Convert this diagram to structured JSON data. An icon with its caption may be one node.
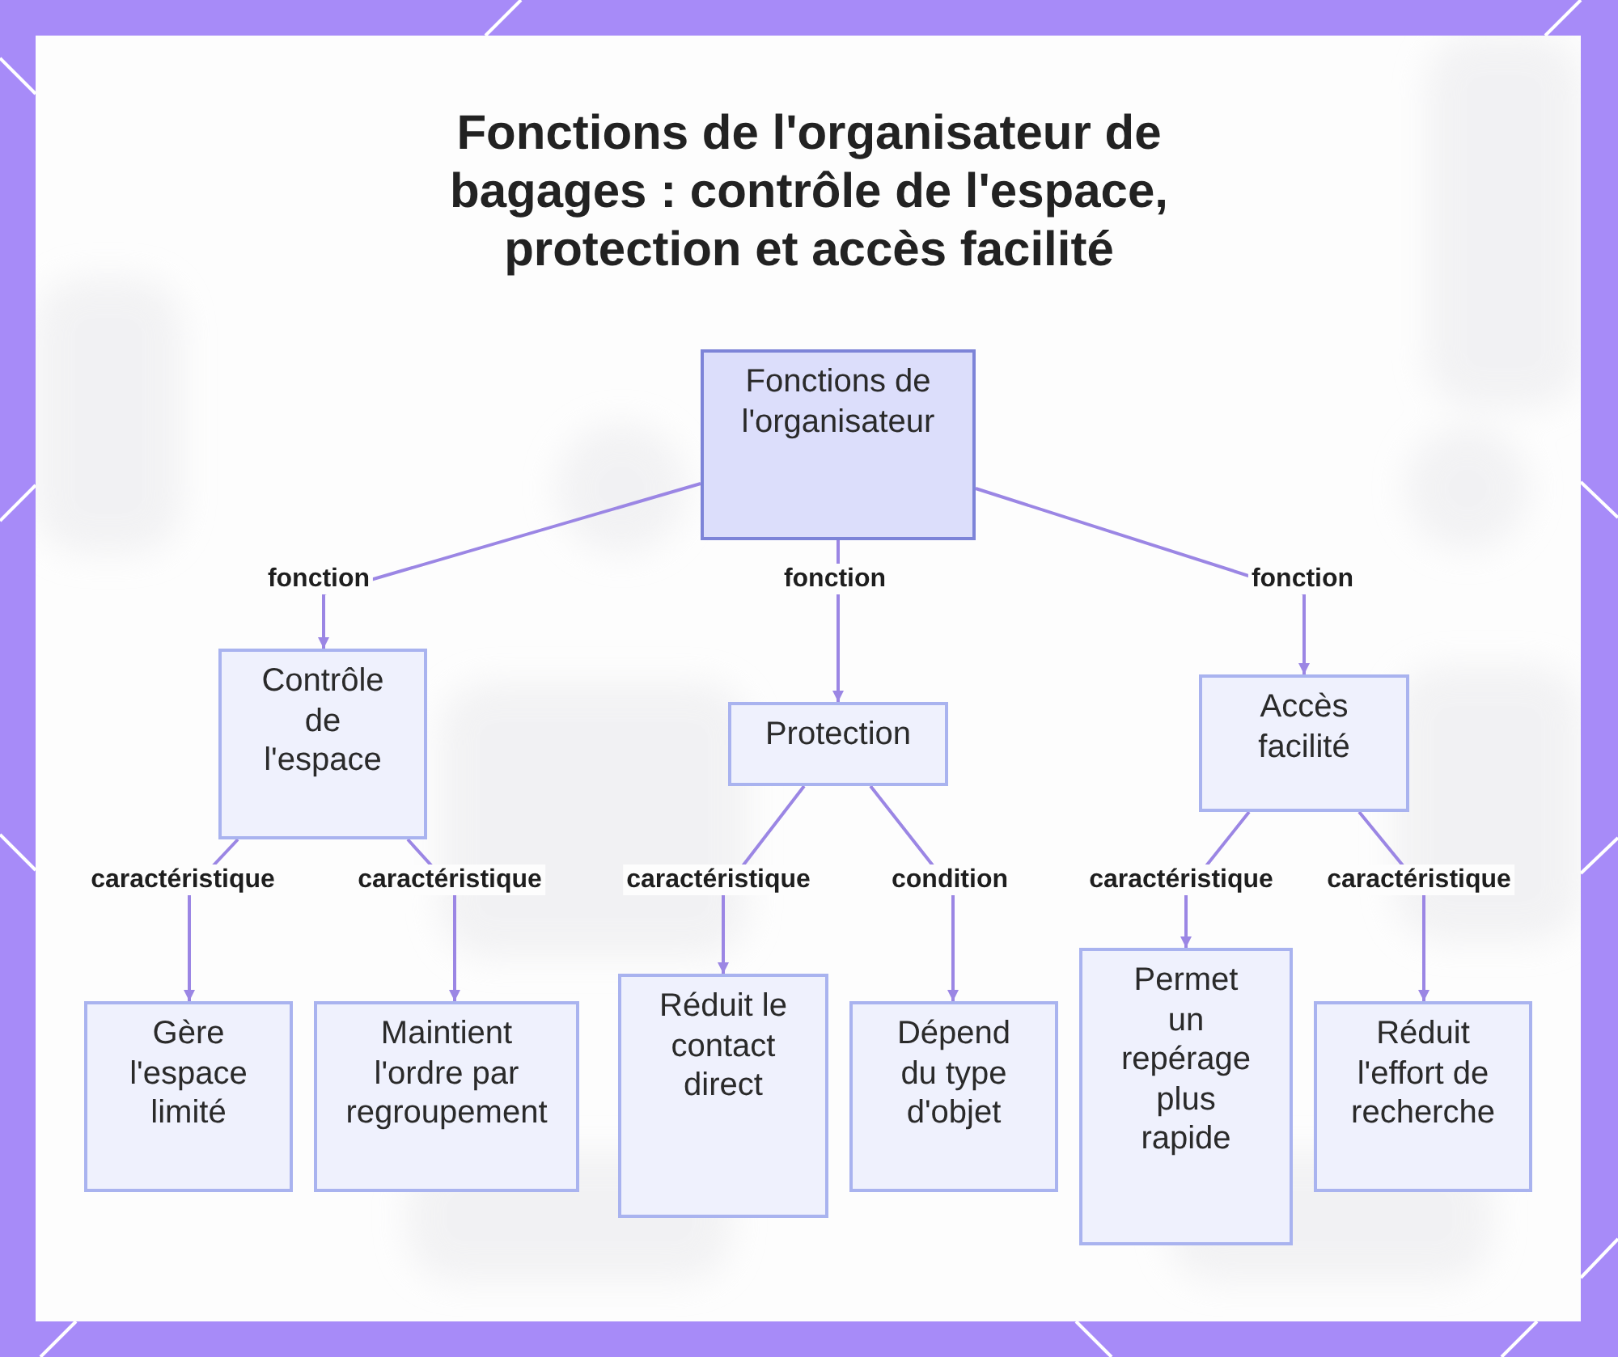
{
  "diagram": {
    "title": "Fonctions de l'organisateur de bagages : contrôle de l'espace, protection et accès facilité",
    "nodes": [
      {
        "text": [
          "Fonctions de l'organisateur"
        ]
      },
      {
        "text": [
          "Contrôle de l'espace"
        ]
      },
      {
        "text": [
          "Protection"
        ]
      },
      {
        "text": [
          "Accès facilité"
        ]
      },
      {
        "text": [
          "Gère l'espace limité"
        ]
      },
      {
        "text": [
          "Maintient l'ordre par regroupement"
        ]
      },
      {
        "text": [
          "Réduit le contact direct"
        ]
      },
      {
        "text": [
          "Dépend du type d'objet"
        ]
      },
      {
        "text": [
          "Permet un repérage plus rapide"
        ]
      },
      {
        "text": [
          "Réduit l'effort de recherche"
        ]
      }
    ],
    "edges": [
      {
        "from": 0,
        "to": 1,
        "arrow": "to",
        "label": "fonction"
      },
      {
        "from": 0,
        "to": 2,
        "arrow": "to",
        "label": "fonction"
      },
      {
        "from": 0,
        "to": 3,
        "arrow": "to",
        "label": "fonction"
      },
      {
        "from": 1,
        "to": 4,
        "arrow": "to",
        "label": "caractéristique"
      },
      {
        "from": 1,
        "to": 5,
        "arrow": "to",
        "label": "caractéristique"
      },
      {
        "from": 2,
        "to": 6,
        "arrow": "to",
        "label": "caractéristique"
      },
      {
        "from": 2,
        "to": 7,
        "arrow": "to",
        "label": "condition"
      },
      {
        "from": 3,
        "to": 8,
        "arrow": "to",
        "label": "caractéristique"
      },
      {
        "from": 3,
        "to": 9,
        "arrow": "to",
        "label": "caractéristique"
      }
    ]
  }
}
